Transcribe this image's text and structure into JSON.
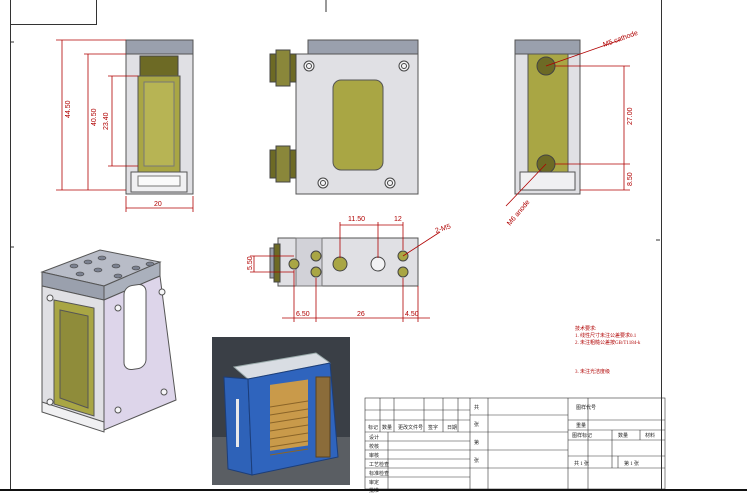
{
  "dimensions": {
    "front_height_total": "44.50",
    "front_height_inner": "40.50",
    "front_height_window": "23.40",
    "front_width": "20",
    "side_hole_spacing": "27.00",
    "side_bottom": "8.50",
    "cathode_label": "M5 cathode",
    "anode_label": "M6 anode",
    "top_dim_a": "11.50",
    "top_dim_b": "12",
    "top_hole_label": "2-M5",
    "top_left": "5.50",
    "top_bottom_left": "6.50",
    "top_bottom_mid": "26",
    "top_bottom_right": "4.50"
  },
  "notes": {
    "heading": "技术要求:",
    "line1": "1. 线性尺寸未注公差要求0.1",
    "line2": "2. 未注粗糙公差按GB/T1184-k",
    "line3": "3. 未注光洁度级"
  },
  "title_block": {
    "labels": [
      "标记",
      "数量",
      "更改文件号",
      "签字",
      "日期"
    ],
    "rows": [
      "设计",
      "校核",
      "审核",
      "工艺检查",
      "标准检查",
      "审定",
      "批准"
    ],
    "mid_labels": [
      "共",
      "张",
      "第",
      "张"
    ],
    "right": {
      "part_no": "图样代号",
      "mass": "重量",
      "drawing_mark": "图样标记",
      "quantity": "数量",
      "material": "材料",
      "scale_1": "共 1 张",
      "scale_2": "第 1 张"
    }
  },
  "colors": {
    "metal": "#e0e0e4",
    "olive": "#a9a644",
    "olive_dark": "#6d6a25",
    "steel_top": "#9aa0ad",
    "dim_red": "#b00000",
    "lavender": "#ddd5ea",
    "photo_blue": "#2e62b8"
  }
}
